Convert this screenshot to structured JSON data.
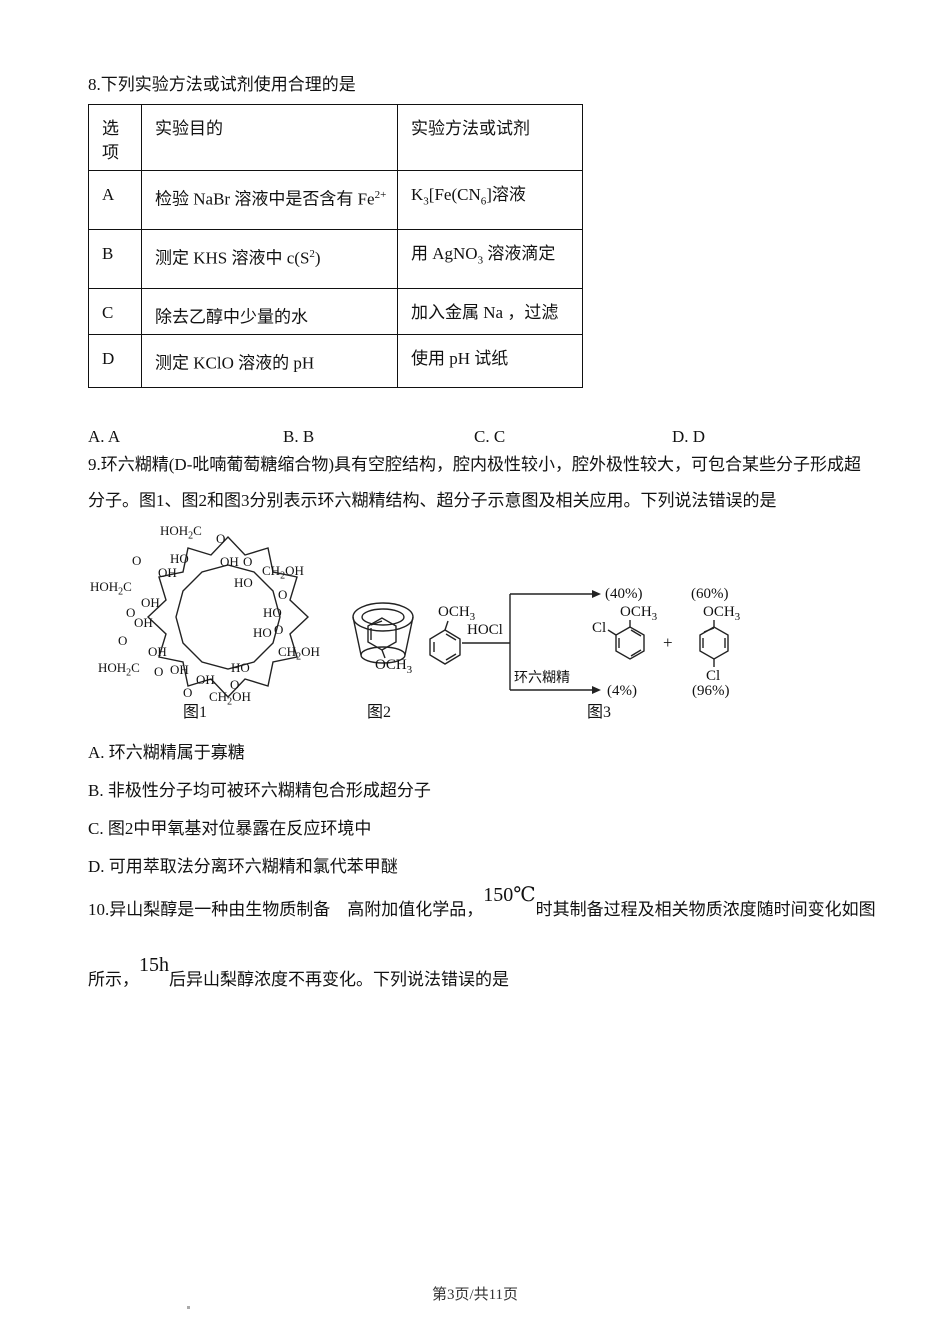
{
  "q8": {
    "stem": "8.下列实验方法或试剂使用合理的是",
    "table": {
      "h_option": "选项",
      "h_purpose": "实验目的",
      "h_method": "实验方法或试剂",
      "rows": [
        {
          "option": "A",
          "p1": "检验 NaBr 溶液中是否含有 Fe",
          "p1sup": "2+",
          "p2": "",
          "m1": "K",
          "m1sub": "3",
          "m2": "[Fe(CN",
          "m2sub": "6",
          "m3": "]溶液"
        },
        {
          "option": "B",
          "p1": "测定 KHS 溶液中 c(S",
          "p1sup": "2",
          "p2": ")",
          "m1": "用 AgNO",
          "m1sub": "3",
          "m2": " 溶液滴定",
          "m2sub": "",
          "m3": ""
        },
        {
          "option": "C",
          "p1": "除去乙醇中少量的水",
          "p1sup": "",
          "p2": "",
          "m1": "加入金属 Na ，过滤",
          "m1sub": "",
          "m2": "",
          "m2sub": "",
          "m3": ""
        },
        {
          "option": "D",
          "p1": "测定 KClO 溶液的 pH",
          "p1sup": "",
          "p2": "",
          "m1": "使用 pH 试纸",
          "m1sub": "",
          "m2": "",
          "m2sub": "",
          "m3": ""
        }
      ]
    },
    "choices": [
      "A. A",
      "B. B",
      "C. C",
      "D. D"
    ]
  },
  "q9": {
    "stem_line1": "9.环六糊精(D-吡喃葡萄糖缩合物)具有空腔结构，腔内极性较小，腔外极性较大，可包合某些分子形成超",
    "stem_line2": "分子。图1、图2和图3分别表示环六糊精结构、超分子示意图及相关应用。下列说法错误的是",
    "fig1_caption": "图1",
    "fig2_caption": "图2",
    "fig3_caption": "图3",
    "fig1_labels": [
      {
        "t": "HOH",
        "s": "2",
        "t2": "C"
      },
      {
        "t": "O"
      },
      {
        "t": "O"
      },
      {
        "t": "HO"
      },
      {
        "t": "OH"
      },
      {
        "t": "O"
      },
      {
        "t": "OH"
      },
      {
        "t": "CH",
        "s": "2",
        "t2": "OH"
      },
      {
        "t": "HOH",
        "s": "2",
        "t2": "C"
      },
      {
        "t": "HO"
      },
      {
        "t": "OH"
      },
      {
        "t": "O"
      },
      {
        "t": "O"
      },
      {
        "t": "OH"
      },
      {
        "t": "HO"
      },
      {
        "t": "O"
      },
      {
        "t": "HO"
      },
      {
        "t": "O"
      },
      {
        "t": "OH"
      },
      {
        "t": "CH",
        "s": "2",
        "t2": "OH"
      },
      {
        "t": "HOH",
        "s": "2",
        "t2": "C"
      },
      {
        "t": "O"
      },
      {
        "t": "OH"
      },
      {
        "t": "HO"
      },
      {
        "t": "OH"
      },
      {
        "t": "O"
      },
      {
        "t": "CH",
        "s": "2",
        "t2": "OH"
      },
      {
        "t": "O"
      }
    ],
    "fig2": {
      "och3_pre": "OCH",
      "och3_sub": "3"
    },
    "fig3": {
      "och3_pre": "OCH",
      "och3_sub": "3",
      "reagent_top": "HOCl",
      "reagent_bottom": "环六糊精",
      "yield_top_left": "(40%)",
      "yield_top_right": "(60%)",
      "yield_bottom_left": "(4%)",
      "yield_bottom_right": "(96%)",
      "cl_ortho": "Cl",
      "cl_para": "Cl",
      "plus": "+"
    },
    "options": [
      "A. 环六糊精属于寡糖",
      "B. 非极性分子均可被环六糊精包合形成超分子",
      "C. 图2中甲氧基对位暴露在反应环境中",
      "D. 可用萃取法分离环六糊精和氯代苯甲醚"
    ]
  },
  "q10": {
    "line1_pre": "10.异山梨醇是一种由生物质制备　高附加值化学品，",
    "line1_math": "150℃",
    "line1_post": "时其制备过程及相关物质浓度随时间变化如图",
    "line2_pre": "所示，",
    "line2_math": "15h",
    "line2_post": "后异山梨醇浓度不再变化。下列说法错误的是"
  },
  "footer": "第3页/共11页"
}
